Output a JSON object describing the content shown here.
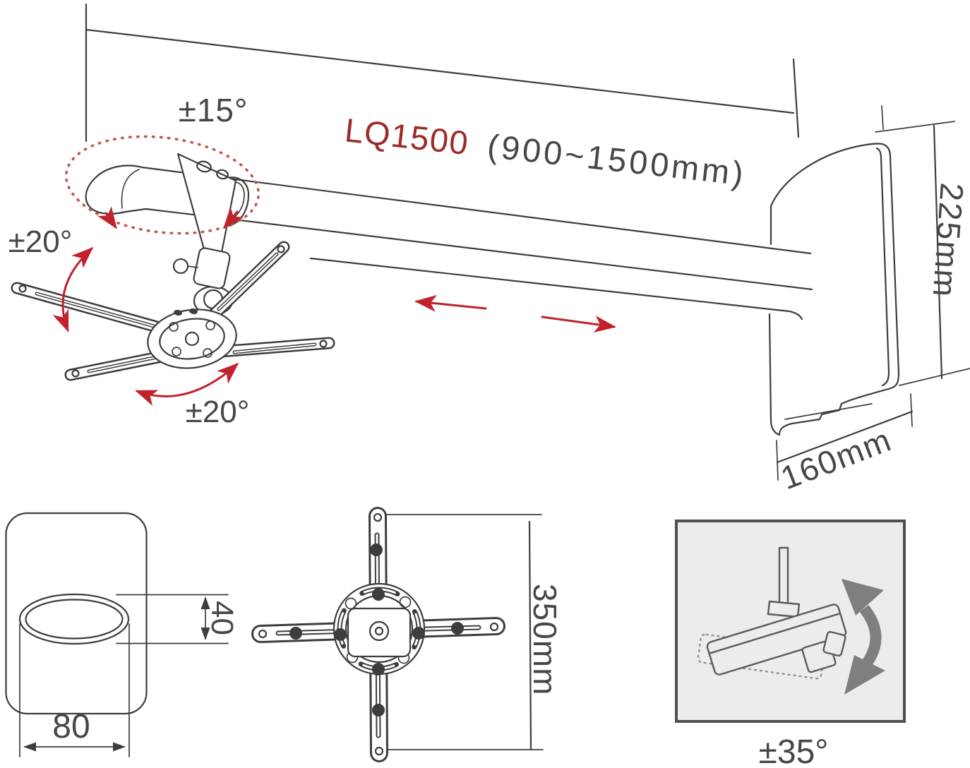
{
  "colors": {
    "line": "#3d3d3d",
    "text": "#474747",
    "red": "#c1222b",
    "dotted_red": "#c4574f",
    "model_red": "#9c2b28",
    "box_border": "#4f4f4f",
    "box_bg": "#ececec",
    "inset_line": "#5a5a5a",
    "ghost_line": "#8c8c8c",
    "gray_arrow": "#7f7f7f",
    "white": "#ffffff"
  },
  "main_view": {
    "model": "LQ1500",
    "length_range": "(900~1500mm)",
    "swivel_angle": "±15°",
    "tilt_angle_upper": "±20°",
    "tilt_angle_lower": "±20°",
    "wall_plate_height": "225mm",
    "wall_plate_depth": "160mm"
  },
  "wall_plate_detail": {
    "slot_height": "40",
    "slot_width": "80"
  },
  "spider_detail": {
    "span": "350mm"
  },
  "rotation_detail": {
    "roll_angle": "±35°"
  }
}
